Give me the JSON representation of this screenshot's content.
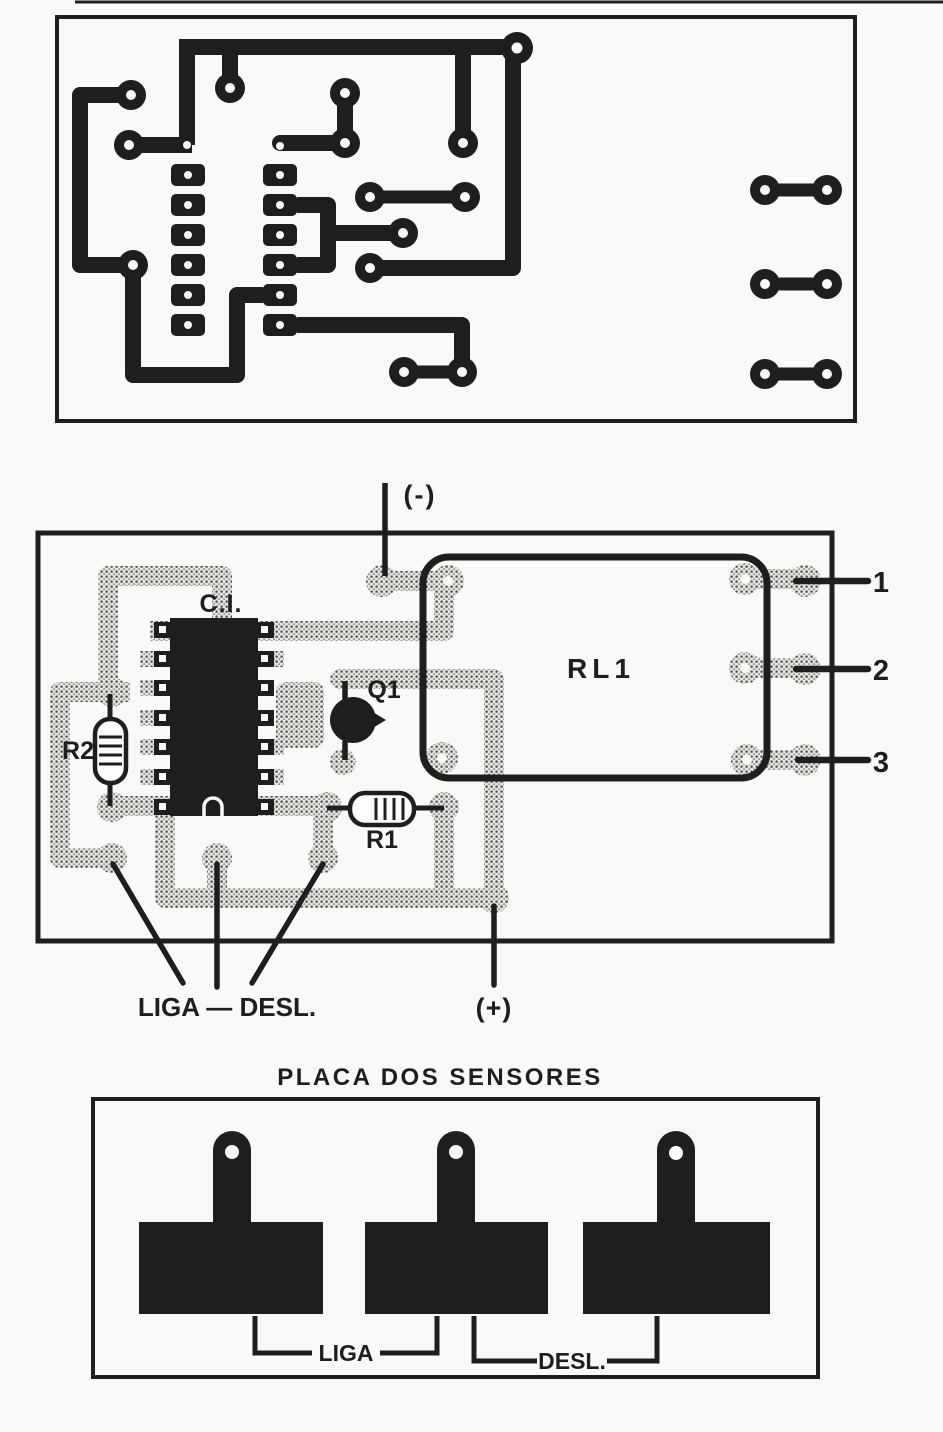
{
  "main_board": {
    "negative_label": "(-)",
    "positive_label": "(+)",
    "ic_label": "C.I.",
    "relay_label": "RL1",
    "transistor_label": "Q1",
    "resistor_r1_label": "R1",
    "resistor_r2_label": "R2",
    "switch_label": "LIGA — DESL.",
    "terminals": [
      "1",
      "2",
      "3"
    ]
  },
  "sensor_board": {
    "title": "PLACA DOS SENSORES",
    "on_label": "LIGA",
    "off_label": "DESL."
  },
  "colors": {
    "ink": "#1e1e1e",
    "trace_halftone": "#bdbdbd",
    "paper": "#f9f9f7"
  }
}
